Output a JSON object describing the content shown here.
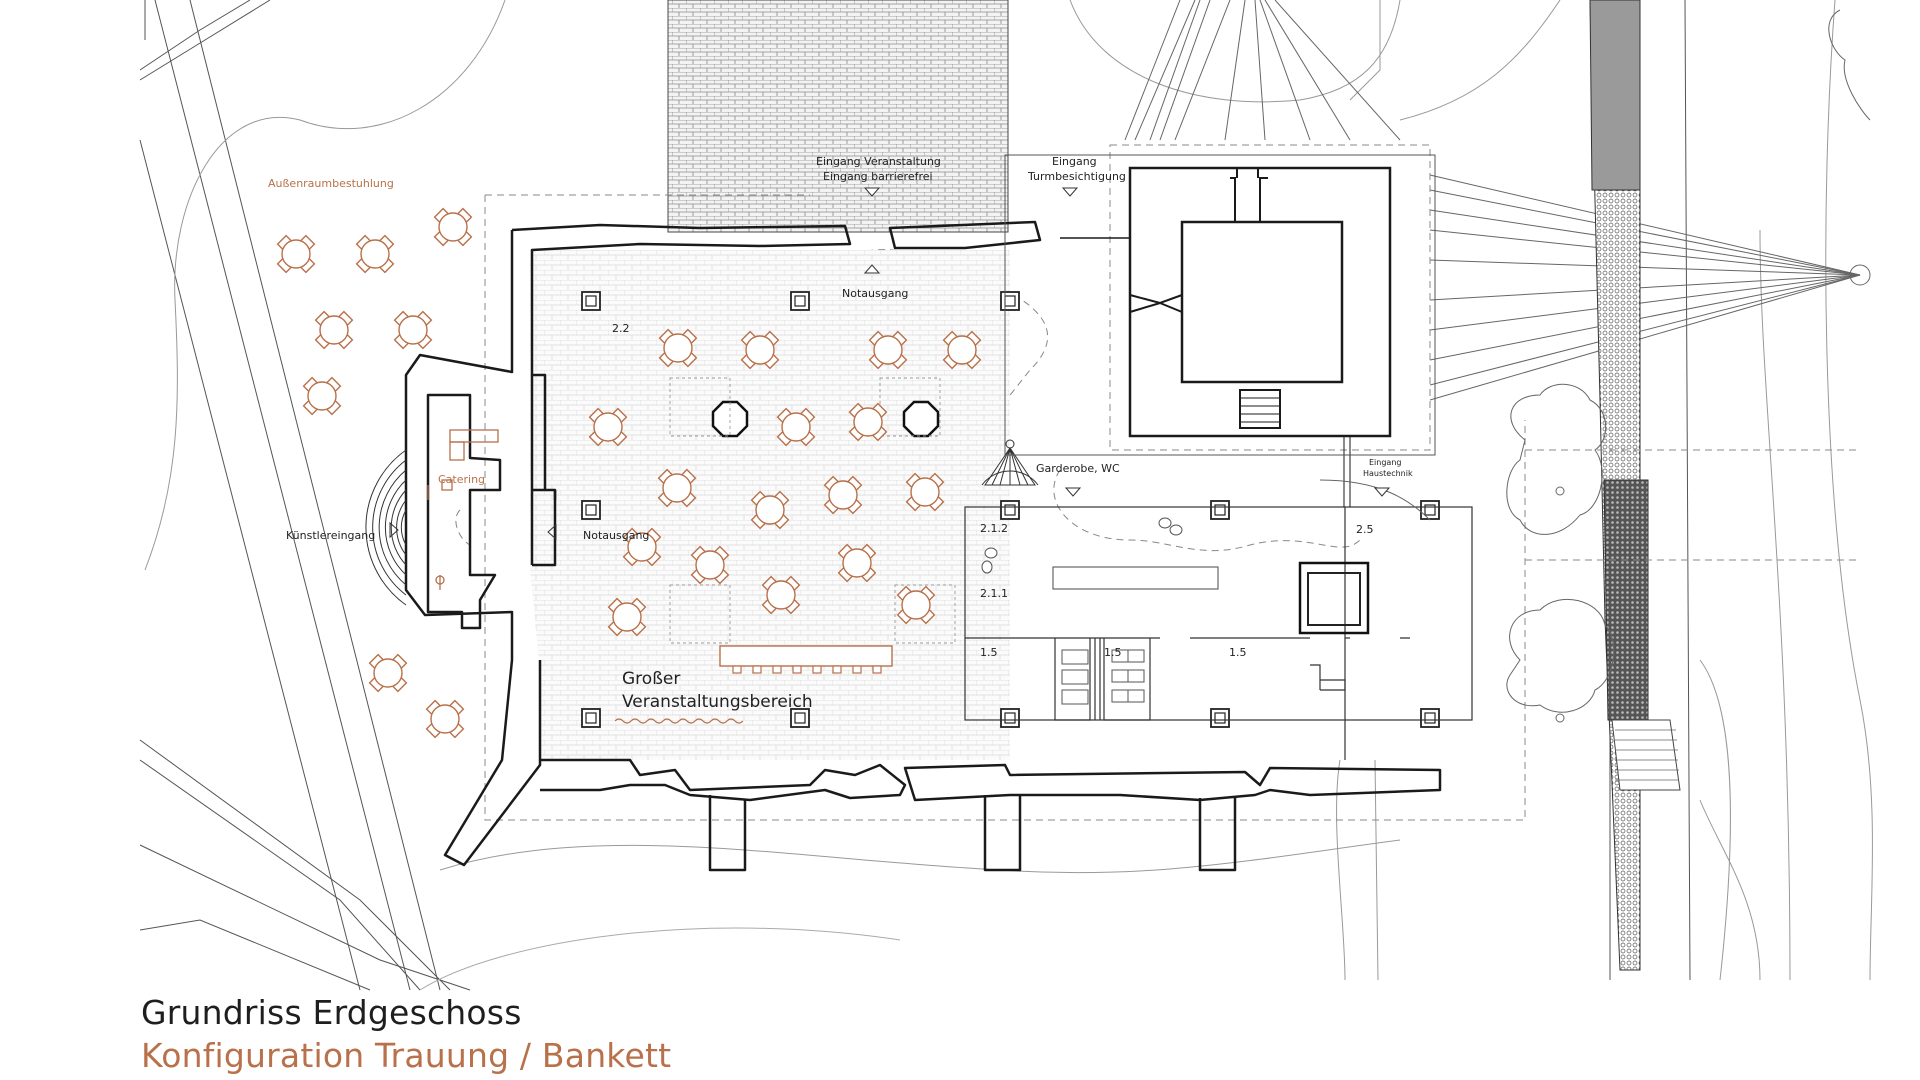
{
  "title": "Grundriss Erdgeschoss",
  "subtitle": "Konfiguration Trauung / Bankett",
  "colors": {
    "accent": "#b8714a",
    "line": "#222222",
    "thin": "#777777",
    "background": "#ffffff"
  },
  "labels": {
    "aussenraum": "Außenraumbestuhlung",
    "catering": "Catering",
    "kuenstler": "Künstlereingang",
    "eingang_veranstaltung": "Eingang Veranstaltung",
    "eingang_barrierefrei": "Eingang barrierefrei",
    "eingang_turm": "Eingang",
    "turmbesichtigung": "Turmbesichtigung",
    "notausgang_top": "Notausgang",
    "notausgang_left": "Notausgang",
    "garderobe": "Garderobe, WC",
    "eingang_haustechnik": "Eingang",
    "haustechnik": "Haustechnik",
    "grosser": "Großer",
    "veranstaltungsbereich": "Veranstaltungsbereich"
  },
  "rooms": {
    "r22": "2.2",
    "r212": "2.1.2",
    "r211": "2.1.1",
    "r25": "2.5",
    "r15a": "1.5",
    "r15b": "1.5",
    "r15c": "1.5"
  }
}
